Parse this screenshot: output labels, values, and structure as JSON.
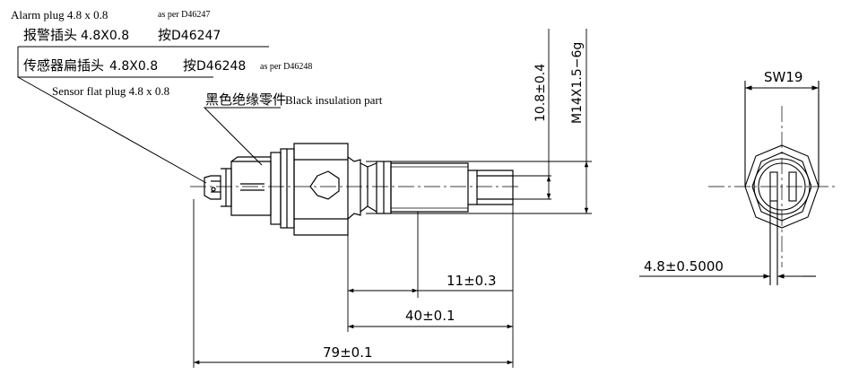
{
  "labels": {
    "alarm_plug_en": "Alarm plug 4.8 x 0.8",
    "alarm_plug_per_en": "as per D46247",
    "alarm_plug_cn": "报警插头",
    "alarm_plug_size": "4.8X0.8",
    "alarm_plug_per_cn": "按",
    "alarm_plug_code": "D46247",
    "sensor_plug_cn": "传感器扁插头",
    "sensor_plug_size": "4.8X0.8",
    "sensor_plug_per_cn": "按",
    "sensor_plug_code": "D46248",
    "sensor_plug_per_en": "as per D46248",
    "sensor_plug_en": "Sensor flat plug 4.8 x 0.8",
    "insulation_cn": "黑色绝缘零件",
    "insulation_en": "Black insulation part"
  },
  "dimensions": {
    "thread_length": "10.8±0.4",
    "thread_spec": "M14X1.5−6g",
    "dim_11": "11±0.3",
    "dim_40": "40±0.1",
    "dim_79": "79±0.1",
    "wrench_size": "SW19",
    "pin_width": "4.8±0.5000"
  }
}
